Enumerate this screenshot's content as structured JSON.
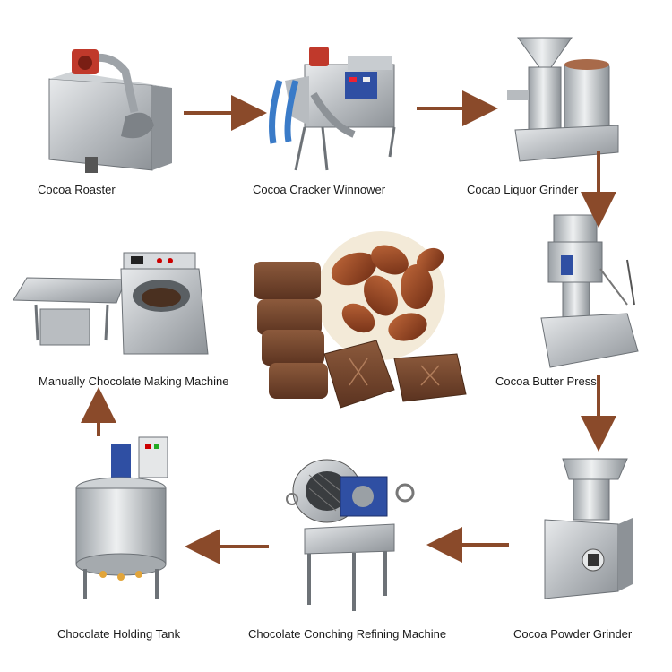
{
  "diagram": {
    "type": "process-flow",
    "accent_arrow_color": "#8a4a2a",
    "steps": [
      {
        "id": "roaster",
        "label": "Cocoa Roaster",
        "icon": "roaster-machine-icon"
      },
      {
        "id": "cracker",
        "label": "Cocoa Cracker Winnower",
        "icon": "winnower-machine-icon"
      },
      {
        "id": "liquor",
        "label": "Cocao Liquor Grinder",
        "icon": "colloid-grinder-icon"
      },
      {
        "id": "press",
        "label": "Cocoa Butter Press",
        "icon": "hydraulic-press-icon"
      },
      {
        "id": "powder",
        "label": "Cocoa Powder Grinder",
        "icon": "powder-grinder-icon"
      },
      {
        "id": "conching",
        "label": "Chocolate Conching Refining Machine",
        "icon": "conching-machine-icon"
      },
      {
        "id": "holding",
        "label": "Chocolate Holding Tank",
        "icon": "holding-tank-icon"
      },
      {
        "id": "making",
        "label": "Manually Chocolate Making Machine",
        "icon": "tempering-machine-icon"
      }
    ],
    "center_image": "chocolate-and-cocoa-beans-image"
  }
}
